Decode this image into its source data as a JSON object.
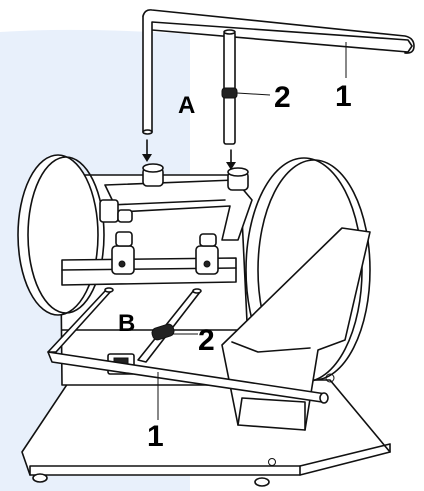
{
  "diagram": {
    "labels": {
      "A": "A",
      "B": "B",
      "top_1": "1",
      "top_2": "2",
      "bottom_1": "1",
      "bottom_2": "2"
    },
    "colors": {
      "highlight": "#e8f0fb",
      "line": "#111111",
      "background": "#ffffff"
    }
  }
}
